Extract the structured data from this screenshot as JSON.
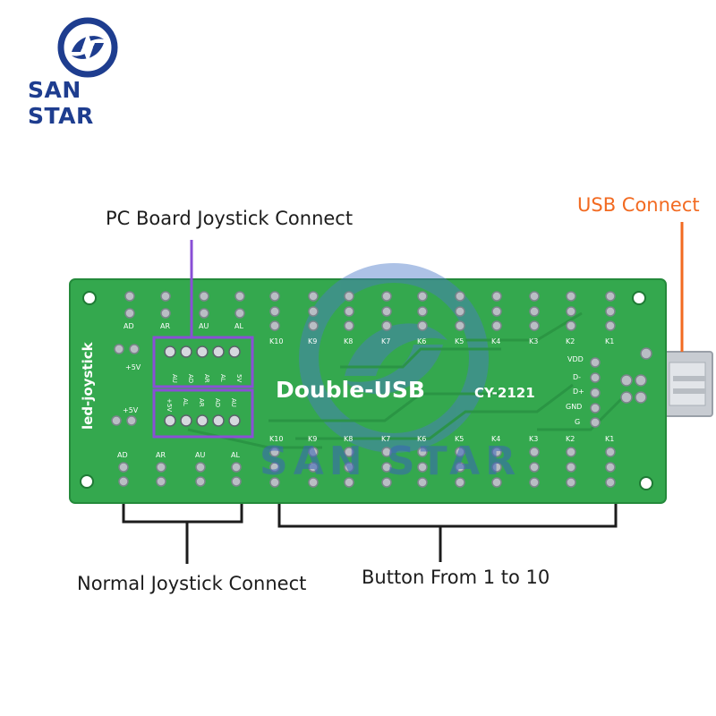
{
  "logo": {
    "brand_text": "SAN STAR",
    "brand_color": "#1e3d8f"
  },
  "watermark": {
    "text": "SAN STAR"
  },
  "annotations": {
    "pc_board": "PC Board Joystick Connect",
    "usb": "USB Connect",
    "normal_joystick": "Normal Joystick Connect",
    "buttons": "Button From 1 to 10"
  },
  "board": {
    "title": "Double-USB",
    "model": "CY-2121",
    "side_label": "led-joystick",
    "top_row_dir_labels": [
      "AD",
      "AR",
      "AU",
      "AL"
    ],
    "top_row_button_labels": [
      "K10",
      "K9",
      "K8",
      "K7",
      "K6",
      "K5",
      "K4",
      "K3",
      "K2",
      "K1"
    ],
    "bottom_row_dir_labels": [
      "AD",
      "AR",
      "AU",
      "AL"
    ],
    "bottom_row_button_labels": [
      "K10",
      "K9",
      "K8",
      "K7",
      "K6",
      "K5",
      "K4",
      "K3",
      "K2",
      "K1"
    ],
    "pc_header_top_pins": [
      "AU",
      "AD",
      "AR",
      "AL",
      "5V"
    ],
    "pc_header_bottom_pins": [
      "+5V",
      "AL",
      "AR",
      "AD",
      "AU"
    ],
    "power_labels": [
      "+5V",
      "+5V"
    ],
    "usb_pins": [
      "VDD",
      "D-",
      "D+",
      "GND",
      "G"
    ],
    "pcb_color": "#2fa548",
    "highlight_color": "#8a4fd6",
    "accent_color": "#f26a21"
  }
}
